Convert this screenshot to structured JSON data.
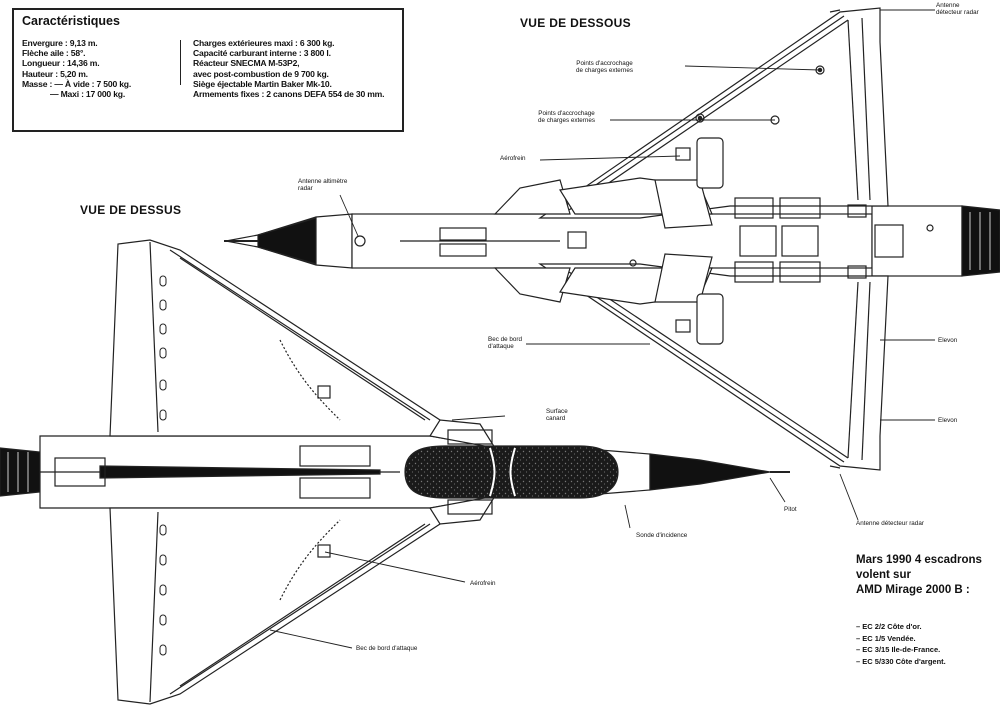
{
  "specs": {
    "title": "Caractéristiques",
    "left": [
      "Envergure : 9,13 m.",
      "Flèche aile : 58°.",
      "Longueur : 14,36 m.",
      "Hauteur : 5,20 m.",
      "Masse : — À vide : 7 500 kg.",
      "— Maxi : 17 000 kg."
    ],
    "right": [
      "Charges extérieures maxi : 6 300 kg.",
      "Capacité carburant interne : 3 800 l.",
      "Réacteur SNECMA M-53P2,",
      "avec post-combustion de 9 700 kg.",
      "Siège éjectable Martin Baker Mk-10.",
      "Armements fixes : 2 canons DEFA 554 de 30 mm."
    ]
  },
  "views": {
    "top": "VUE DE DESSOUS",
    "left": "VUE DE DESSUS"
  },
  "labels": {
    "antenne_top": "Antenne\ndétecteur radar",
    "points1": "Points d'accrochage\nde charges externes",
    "points2": "Points d'accrochage\nde charges externes",
    "aerofrein_top": "Aérofrein",
    "antenne_alt": "Antenne altimètre\nradar",
    "bec_top": "Bec de bord\nd'attaque",
    "elevon1": "Elevon",
    "elevon2": "Elevon",
    "surface": "Surface\ncanard",
    "sonde": "Sonde d'incidence",
    "pitot": "Pitot",
    "antenne_bottom": "Antenne détecteur radar",
    "aerofrein_bottom": "Aérofrein",
    "bec_bottom": "Bec de bord d'attaque"
  },
  "bottom": {
    "title": [
      "Mars 1990 4 escadrons",
      "volent sur",
      "AMD Mirage 2000 B :"
    ],
    "squadrons": [
      "EC 2/2 Côte d'or.",
      "EC 1/5 Vendée.",
      "EC 3/15 Ile-de-France.",
      "EC 5/330 Côte d'argent."
    ]
  }
}
